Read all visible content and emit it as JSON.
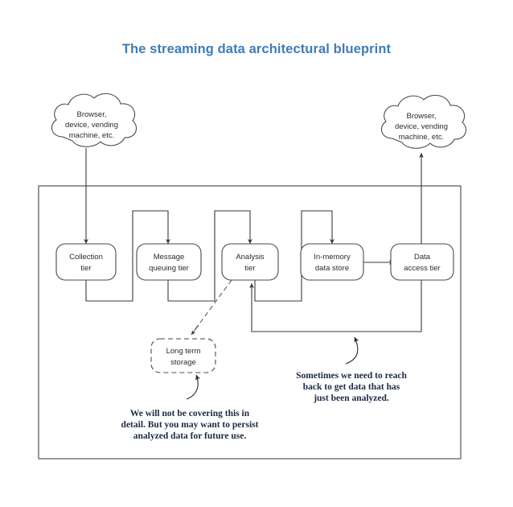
{
  "title": "The streaming data architectural blueprint",
  "clouds": [
    {
      "id": "left-cloud",
      "line1": "Browser,",
      "line2": "device, vending",
      "line3": "machine, etc."
    },
    {
      "id": "right-cloud",
      "line1": "Browser,",
      "line2": "device, vending",
      "line3": "machine, etc."
    }
  ],
  "nodes": [
    {
      "id": "collection-tier",
      "line1": "Collection",
      "line2": "tier"
    },
    {
      "id": "message-queuing-tier",
      "line1": "Message",
      "line2": "queuing tier"
    },
    {
      "id": "analysis-tier",
      "line1": "Analysis",
      "line2": "tier"
    },
    {
      "id": "in-memory-data-store",
      "line1": "In-memory",
      "line2": "data store"
    },
    {
      "id": "data-access-tier",
      "line1": "Data",
      "line2": "access tier"
    },
    {
      "id": "long-term-storage",
      "line1": "Long term",
      "line2": "storage"
    }
  ],
  "callouts": [
    {
      "id": "persist-note",
      "line1": "We will not be covering this in",
      "line2": "detail. But you may want to persist",
      "line3": "analyzed data for future use."
    },
    {
      "id": "reach-back-note",
      "line1": "Sometimes we need to reach",
      "line2": "back to get data that has",
      "line3": "just been analyzed."
    }
  ],
  "colors": {
    "title": "#3f7cb4",
    "callout_text": "#1d2a44",
    "node_stroke": "#4a4a4a",
    "outer_stroke": "#6b6b6b",
    "label_text": "#2b2b2b",
    "background": "#ffffff"
  }
}
